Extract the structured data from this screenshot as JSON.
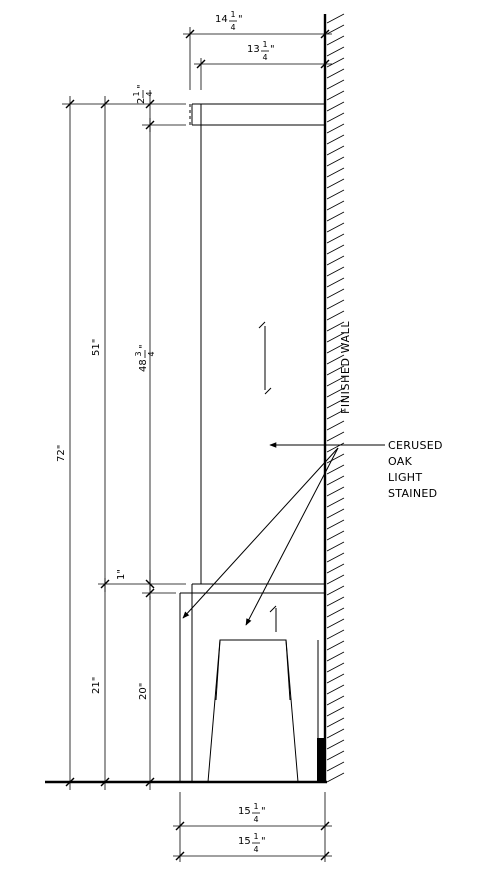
{
  "dimensions": {
    "top_width_outer": {
      "whole": "14",
      "num": "1",
      "den": "4",
      "unit": "\""
    },
    "top_width_inner": {
      "whole": "13",
      "num": "1",
      "den": "4",
      "unit": "\""
    },
    "top_shelf_thickness": {
      "whole": "2",
      "num": "1",
      "den": "4",
      "unit": "\""
    },
    "overall_height": {
      "text": "72\""
    },
    "upper_height": {
      "text": "51\""
    },
    "upper_panel_height": {
      "whole": "48",
      "num": "3",
      "den": "4",
      "unit": "\""
    },
    "counter_thickness": {
      "text": "1\""
    },
    "lower_height": {
      "text": "21\""
    },
    "lower_panel_height": {
      "text": "20\""
    },
    "bottom_width_1": {
      "whole": "15",
      "num": "1",
      "den": "4",
      "unit": "\""
    },
    "bottom_width_2": {
      "whole": "15",
      "num": "1",
      "den": "4",
      "unit": "\""
    }
  },
  "labels": {
    "wall": "FINISHED WALL",
    "material_note": [
      "CERUSED",
      "OAK",
      "LIGHT",
      "STAINED"
    ]
  }
}
